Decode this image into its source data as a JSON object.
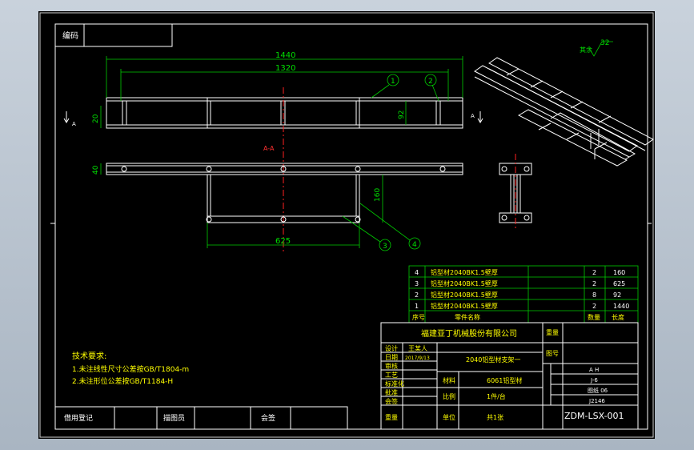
{
  "colors": {
    "background": "#000000",
    "frame": "#ffffff",
    "dimension": "#00cc00",
    "centerline": "#ff2020",
    "notes": "#ffff00",
    "desktop": "#b8c3cf"
  },
  "top_block": {
    "label": "编码"
  },
  "roughness": {
    "symbol": "其余",
    "value": "32"
  },
  "dimensions": {
    "overall_length": "1440",
    "inner_length": "1320",
    "height_20": "20",
    "gap_92": "92",
    "height_40": "40",
    "drop_160": "160",
    "width_625": "625"
  },
  "balloons": [
    "1",
    "2",
    "3",
    "4"
  ],
  "section": {
    "label": "A-A",
    "arrow_letter": "A"
  },
  "notes": {
    "title": "技术要求:",
    "lines": [
      "1.未注线性尺寸公差按GB/T1804-m",
      "2.未注形位公差按GB/T1184-H"
    ]
  },
  "bom": {
    "rows": [
      {
        "no": "4",
        "name": "铝型材2040BK1.5壁厚",
        "qty": "2",
        "len": "160"
      },
      {
        "no": "3",
        "name": "铝型材2040BK1.5壁厚",
        "qty": "2",
        "len": "625"
      },
      {
        "no": "2",
        "name": "铝型材2040BK1.5壁厚",
        "qty": "8",
        "len": "92"
      },
      {
        "no": "1",
        "name": "铝型材2040BK1.5壁厚",
        "qty": "2",
        "len": "1440"
      }
    ],
    "header": {
      "no": "序号",
      "name": "零件名称",
      "qty": "数量",
      "len": "长度"
    }
  },
  "title_block": {
    "company": "福建亚丁机械股份有限公司",
    "part_name": "2040铝型材支架一",
    "designer_label": "设计",
    "designer": "王某人",
    "date_label": "日期",
    "date": "2017/9/13",
    "check_label": "审核",
    "process_label": "工艺",
    "approve_label": "批准",
    "std_label": "标准化",
    "fo_label": "会签",
    "material_label": "材料",
    "material": "6061铝型材",
    "scale_label": "比例",
    "scale": "1件/台",
    "unit_label": "单位",
    "unit": "共1张",
    "weight_label": "重量",
    "drawing_label": "图号",
    "side_vals": [
      "A H",
      "J-6",
      "图纸 06",
      "J2146"
    ],
    "drawing_no": "ZDM-LSX-001"
  },
  "bottom_bar": {
    "cells": [
      "借用登记",
      "描图员",
      "会签"
    ]
  }
}
